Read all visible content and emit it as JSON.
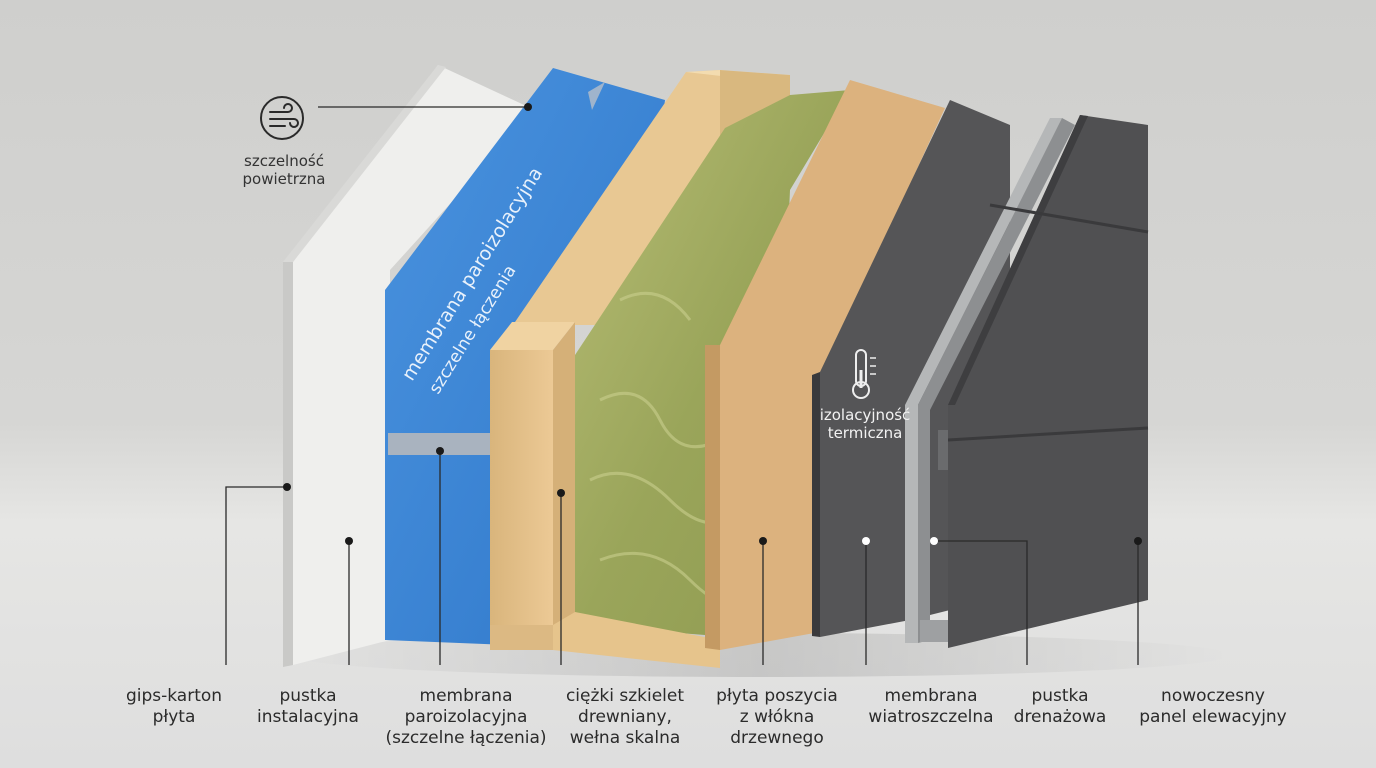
{
  "colors": {
    "membrane_blue": "#3d86d6",
    "gypsum_white": "#efefed",
    "timber": "#e3c18a",
    "rockwool_green": "#a4ad62",
    "wood_fibre": "#dcb27e",
    "wind_membrane": "#555557",
    "facade_panel": "#4f4f51"
  },
  "icons": {
    "air": "wind-icon",
    "thermal": "thermometer-icon"
  },
  "callouts": {
    "air_tightness": "szczelność\npowietrzna",
    "thermal_insulation": "izolacyjność\ntermiczna"
  },
  "membrane_print": {
    "line1": "membrana paroizolacyjna",
    "line2": "szczelne łączenia"
  },
  "layers": [
    {
      "label": "gips-karton\npłyta"
    },
    {
      "label": "pustka\ninstalacyjna"
    },
    {
      "label": "membrana\nparoizolacyjna\n(szczelne łączenia)"
    },
    {
      "label": "ciężki szkielet\ndrewniany,\nwełna skalna"
    },
    {
      "label": "płyta poszycia\nz włókna\ndrzewnego"
    },
    {
      "label": "membrana\nwiatroszczelna"
    },
    {
      "label": "pustka\ndrenażowa"
    },
    {
      "label": "nowoczesny\npanel elewacyjny"
    }
  ]
}
